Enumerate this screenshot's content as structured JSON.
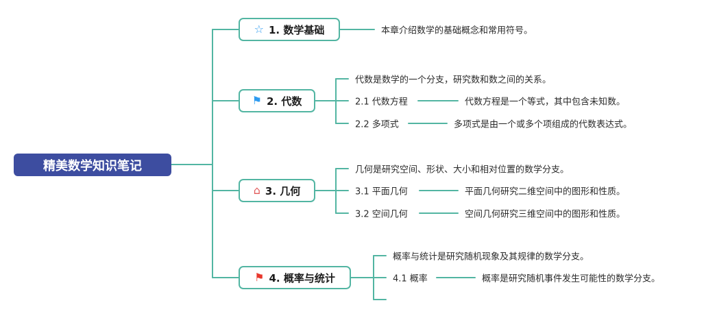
{
  "title": "精美数学知识笔记",
  "colors": {
    "root_bg": "#3d4da0",
    "branch_border": "#52b5a2",
    "line": "#52b5a2",
    "icon_blue": "#2e9bf0",
    "icon_red": "#e8372c"
  },
  "branches": [
    {
      "label": "1. 数学基础",
      "icon": "☆",
      "note": "本章介绍数学的基础概念和常用符号。"
    },
    {
      "label": "2. 代数",
      "icon": "⚑",
      "intro": "代数是数学的一个分支，研究数和数之间的关系。",
      "children": [
        {
          "label": "2.1 代数方程",
          "desc": "代数方程是一个等式，其中包含未知数。"
        },
        {
          "label": "2.2 多项式",
          "desc": "多项式是由一个或多个项组成的代数表达式。"
        }
      ]
    },
    {
      "label": "3. 几何",
      "icon": "⌂",
      "intro": "几何是研究空间、形状、大小和相对位置的数学分支。",
      "children": [
        {
          "label": "3.1 平面几何",
          "desc": "平面几何研究二维空间中的图形和性质。"
        },
        {
          "label": "3.2 空间几何",
          "desc": "空间几何研究三维空间中的图形和性质。"
        }
      ]
    },
    {
      "label": "4. 概率与统计",
      "icon": "⚑",
      "intro": "概率与统计是研究随机现象及其规律的数学分支。",
      "children": [
        {
          "label": "4.1 概率",
          "desc": "概率是研究随机事件发生可能性的数学分支。"
        }
      ]
    }
  ]
}
